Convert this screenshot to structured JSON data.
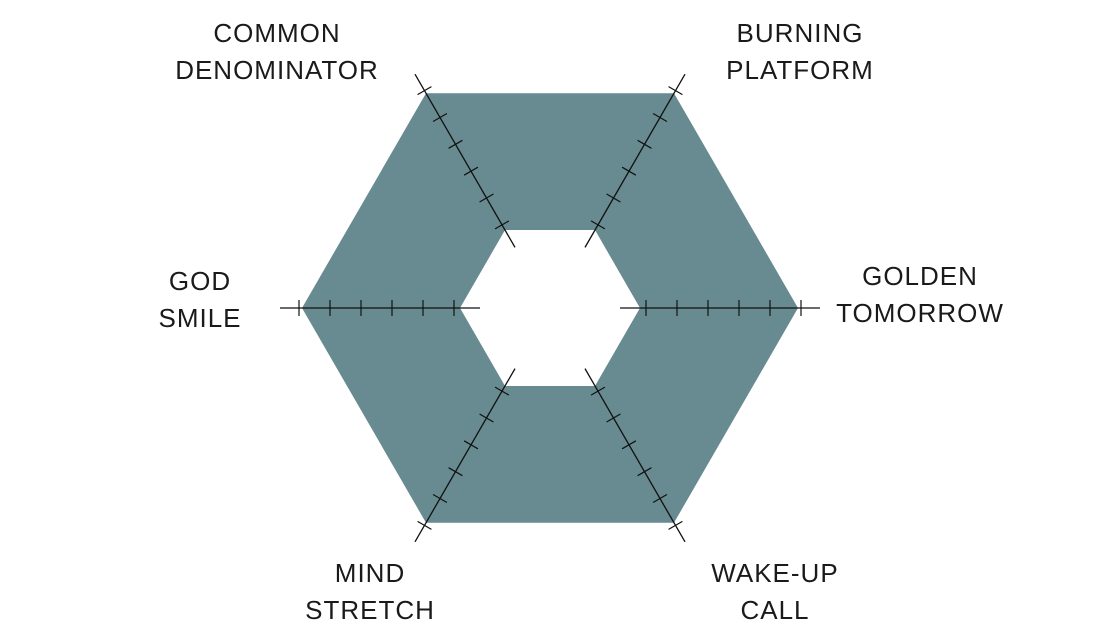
{
  "colors": {
    "ring": "#678b90",
    "hole": "#ffffff",
    "axis": "#111111",
    "text": "#1a1a1a"
  },
  "diagram": {
    "shape": "hexagon-ring",
    "ticks_per_axis": 6,
    "axes": [
      {
        "id": "burning-platform",
        "direction": "upper-right",
        "lines": [
          "BURNING",
          "PLATFORM"
        ]
      },
      {
        "id": "golden-tomorrow",
        "direction": "right",
        "lines": [
          "GOLDEN",
          "TOMORROW"
        ]
      },
      {
        "id": "wake-up-call",
        "direction": "lower-right",
        "lines": [
          "WAKE-UP",
          "CALL"
        ]
      },
      {
        "id": "mind-stretch",
        "direction": "lower-left",
        "lines": [
          "MIND",
          "STRETCH"
        ]
      },
      {
        "id": "god-smile",
        "direction": "left",
        "lines": [
          "GOD",
          "SMILE"
        ]
      },
      {
        "id": "common-denominator",
        "direction": "upper-left",
        "lines": [
          "COMMON",
          "DENOMINATOR"
        ]
      }
    ]
  }
}
